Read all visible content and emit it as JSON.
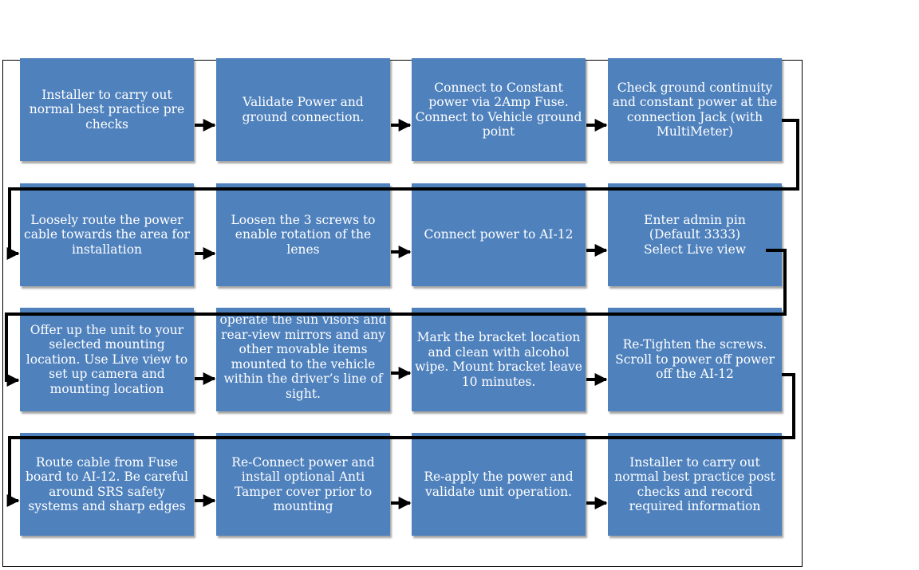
{
  "steps": [
    "Installer to carry out normal best practice pre checks",
    "Validate Power and ground connection.",
    "Connect to Constant power via 2Amp Fuse.\nConnect to Vehicle ground point",
    "Check ground continuity and constant power at the connection Jack (with MultiMeter)",
    "Loosely route the power cable towards the area for installation",
    "Loosen the 3 screws to enable rotation of the lenes",
    "Connect power to AI-12",
    "Enter admin pin\n(Default 3333)\nSelect Live view",
    "Offer up the unit to your selected mounting location. Use Live view to set up camera and mounting location",
    "operate the sun visors and rear-view mirrors and any other movable items mounted to the vehicle within the driver’s line of sight.",
    "Mark the bracket location and clean with alcohol wipe. Mount bracket leave 10 minutes.",
    "Re-Tighten the screws.\nScroll to power off power off the AI-12",
    "Route cable from Fuse board to AI-12. Be careful around SRS safety systems and sharp edges",
    "Re-Connect power and install optional Anti Tamper cover prior to mounting",
    "Re-apply the power and validate unit operation.",
    "Installer to carry out normal best practice post checks and record required information"
  ],
  "colors": {
    "box_fill": "#4f81bd",
    "box_text": "#ffffff",
    "connector": "#000000"
  }
}
